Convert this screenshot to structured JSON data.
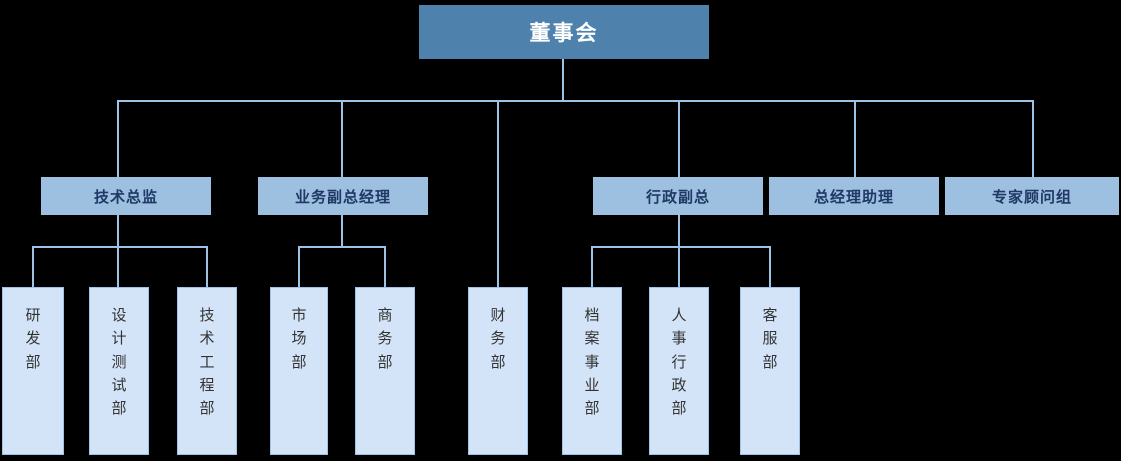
{
  "chart_title": "",
  "colors": {
    "background": "#000000",
    "level1_fill": "#4E82AD",
    "level1_text": "#FFFFFF",
    "level2_fill": "#9DBFE0",
    "level2_text": "#1F3864",
    "level3_fill": "#D4E4F8",
    "level3_text": "#333333",
    "connector": "#9DC3E6"
  },
  "root": {
    "label": "董事会"
  },
  "level2": [
    {
      "label": "技术总监"
    },
    {
      "label": "业务副总经理"
    },
    {
      "label": "行政副总"
    },
    {
      "label": "总经理助理"
    },
    {
      "label": "专家顾问组"
    }
  ],
  "level3": [
    {
      "label": "研发部",
      "chars": [
        "研",
        "发",
        "部"
      ]
    },
    {
      "label": "设计测试部",
      "chars": [
        "设",
        "计",
        "测",
        "试",
        "部"
      ]
    },
    {
      "label": "技术工程部",
      "chars": [
        "技",
        "术",
        "工",
        "程",
        "部"
      ]
    },
    {
      "label": "市场部",
      "chars": [
        "市",
        "场",
        "部"
      ]
    },
    {
      "label": "商务部",
      "chars": [
        "商",
        "务",
        "部"
      ]
    },
    {
      "label": "财务部",
      "chars": [
        "财",
        "务",
        "部"
      ]
    },
    {
      "label": "档案事业部",
      "chars": [
        "档",
        "案",
        "事",
        "业",
        "部"
      ]
    },
    {
      "label": "人事行政部",
      "chars": [
        "人",
        "事",
        "行",
        "政",
        "部"
      ]
    },
    {
      "label": "客服部",
      "chars": [
        "客",
        "服",
        "部"
      ]
    }
  ]
}
